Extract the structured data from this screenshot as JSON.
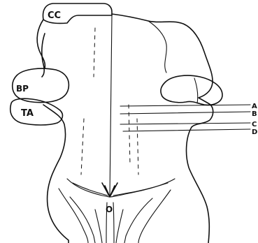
{
  "labels": {
    "cc": "CC",
    "bp": "BP",
    "ta": "TA",
    "o": "O"
  },
  "levels": [
    "A",
    "B",
    "C",
    "D"
  ],
  "colors": {
    "ink": "#111111",
    "paper": "#ffffff"
  }
}
